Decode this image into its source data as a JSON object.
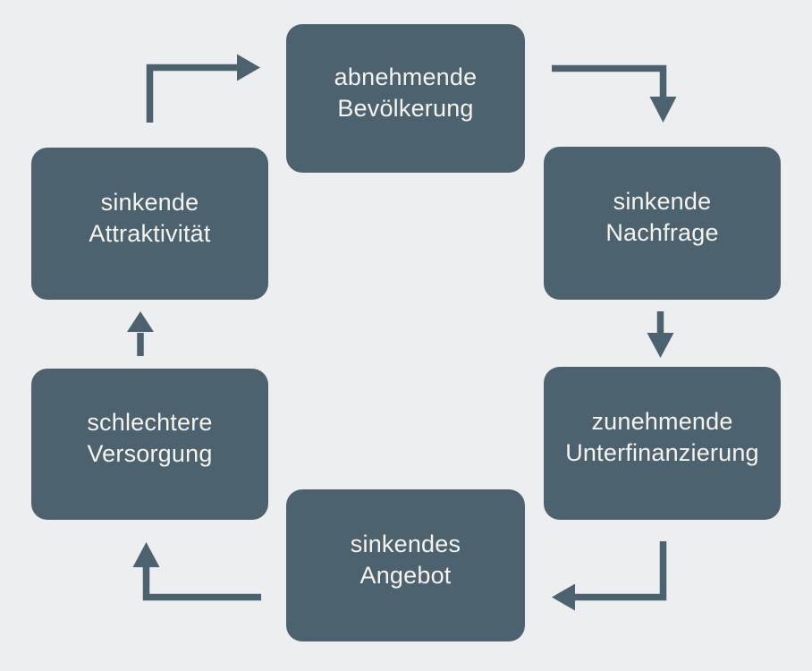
{
  "diagram": {
    "type": "cycle",
    "colors": {
      "background": "#edeef0",
      "node_fill": "#4d626f",
      "text_color": "#f5f3ee",
      "arrow_color": "#4d626f"
    },
    "nodes": [
      {
        "id": "abnehmende-bevoelkerung",
        "label": "abnehmende Bevölkerung",
        "lines": [
          "abnehmende",
          "Bevölkerung"
        ]
      },
      {
        "id": "sinkende-nachfrage",
        "label": "sinkende Nachfrage",
        "lines": [
          "sinkende",
          "Nachfrage"
        ]
      },
      {
        "id": "zunehmende-unterfinanzierung",
        "label": "zunehmende Unterfinanzierung",
        "lines": [
          "zunehmende",
          "Unterfinanzierung"
        ]
      },
      {
        "id": "sinkendes-angebot",
        "label": "sinkendes Angebot",
        "lines": [
          "sinkendes",
          "Angebot"
        ]
      },
      {
        "id": "schlechtere-versorgung",
        "label": "schlechtere Versorgung",
        "lines": [
          "schlechtere",
          "Versorgung"
        ]
      },
      {
        "id": "sinkende-attraktivitaet",
        "label": "sinkende Attraktivität",
        "lines": [
          "sinkende",
          "Attraktivität"
        ]
      }
    ],
    "edges": [
      {
        "from": "sinkende-attraktivitaet",
        "to": "abnehmende-bevoelkerung"
      },
      {
        "from": "abnehmende-bevoelkerung",
        "to": "sinkende-nachfrage"
      },
      {
        "from": "sinkende-nachfrage",
        "to": "zunehmende-unterfinanzierung"
      },
      {
        "from": "zunehmende-unterfinanzierung",
        "to": "sinkendes-angebot"
      },
      {
        "from": "sinkendes-angebot",
        "to": "schlechtere-versorgung"
      },
      {
        "from": "schlechtere-versorgung",
        "to": "sinkende-attraktivitaet"
      }
    ]
  }
}
